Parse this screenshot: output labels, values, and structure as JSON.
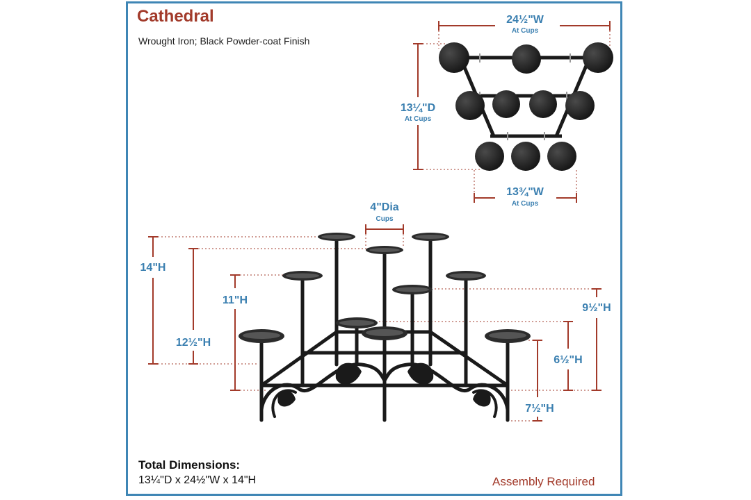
{
  "product": {
    "title": "Cathedral",
    "subtitle": "Wrought Iron; Black Powder-coat Finish"
  },
  "footer": {
    "total_heading": "Total Dimensions:",
    "total_value": "13¼\"D x 24½\"W x 14\"H",
    "assembly": "Assembly Required"
  },
  "dimensions": {
    "top_width": "24½\"W",
    "top_width_sub": "At Cups",
    "depth": "13¼\"D",
    "depth_sub": "At Cups",
    "front_width": "13¾\"W",
    "front_width_sub": "At Cups",
    "cup_dia": "4\"Dia",
    "cup_dia_sub": "Cups",
    "h14": "14\"H",
    "h12": "12½\"H",
    "h11": "11\"H",
    "h9": "9½\"H",
    "h6": "6½\"H",
    "h7": "7½\"H"
  },
  "colors": {
    "accent_red": "#a23a2a",
    "accent_blue": "#3a7fb0",
    "frame_border": "#3f86b5",
    "iron": "#1a1a1a"
  }
}
